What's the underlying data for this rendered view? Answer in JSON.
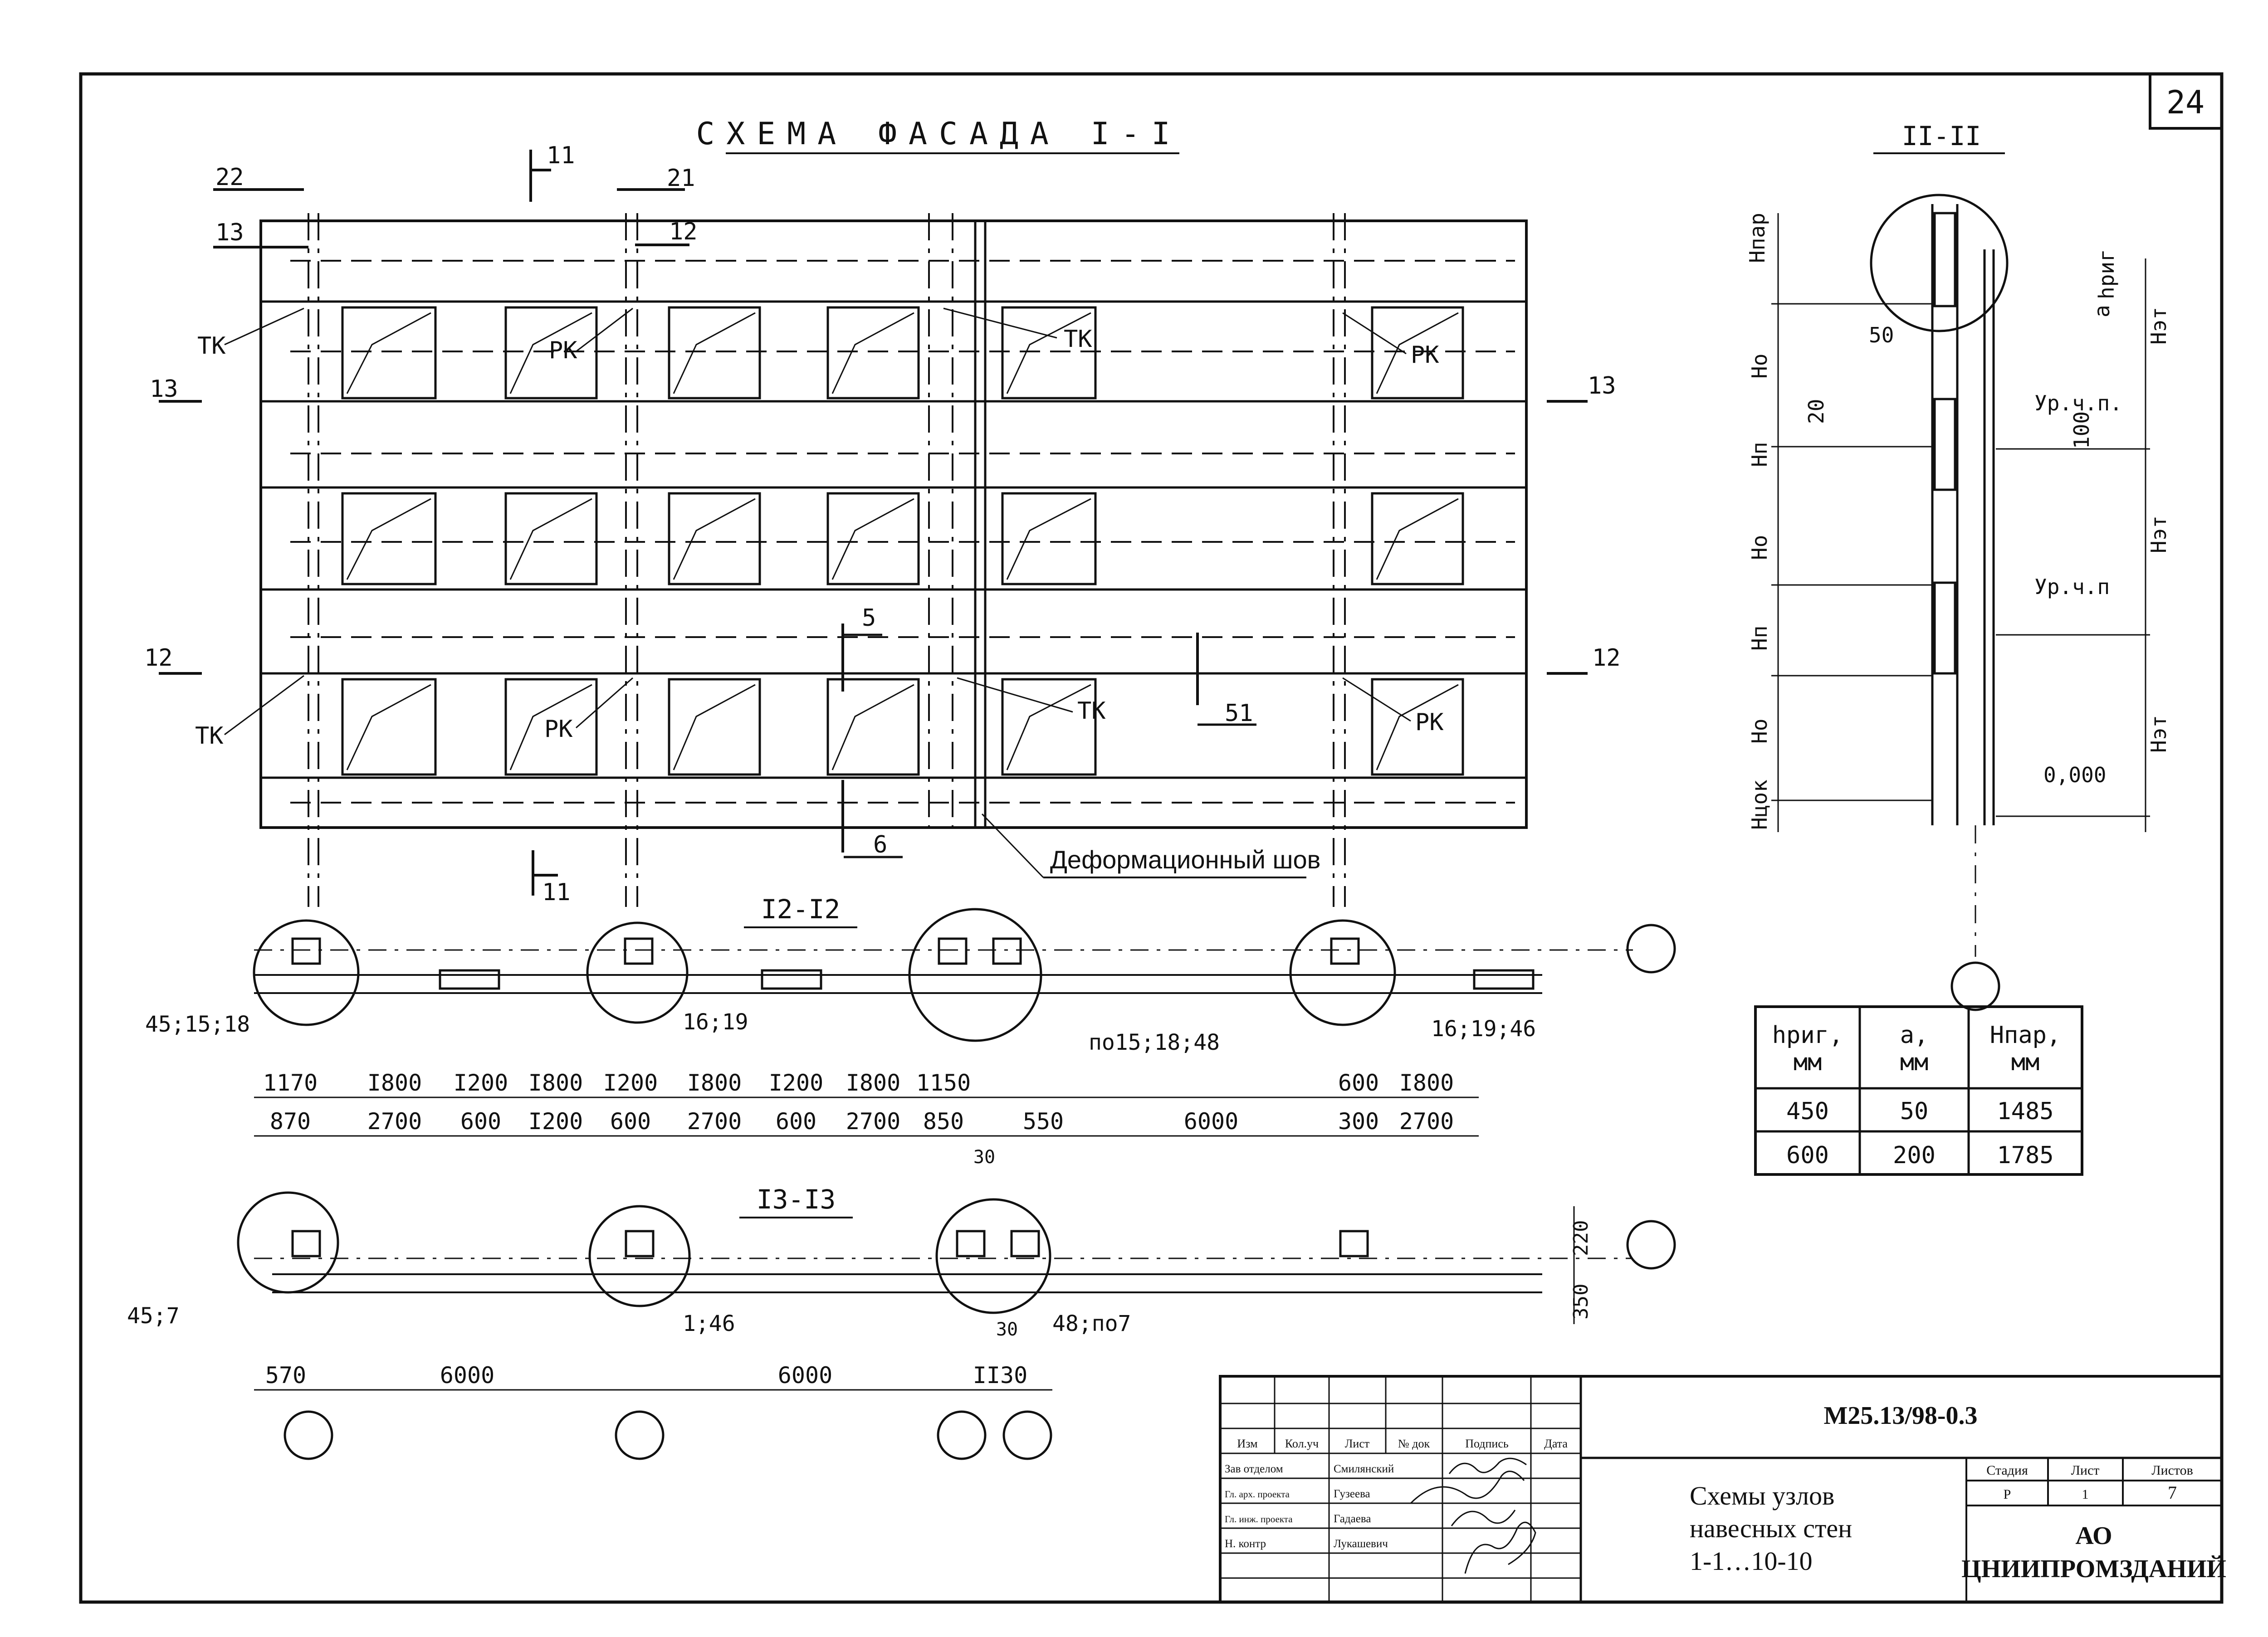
{
  "sheet_number": "24",
  "facade": {
    "title": "СХЕМА ФАСАДА I-I",
    "markers": [
      "22",
      "21",
      "13",
      "12",
      "11",
      "11",
      "13",
      "13",
      "12",
      "12",
      "5",
      "51",
      "6"
    ],
    "labels": {
      "tk": "ТК",
      "rk": "РК"
    },
    "deformation_joint": "Деформационный шов"
  },
  "section_2": {
    "title": "II-II",
    "labels": [
      "Нпар",
      "hриг",
      "а",
      "50",
      "Но",
      "Нп",
      "Нэт",
      "Нцок",
      "20",
      "100"
    ],
    "levels": [
      "Ур.ч.п.",
      "Ур.ч.п",
      "0,000"
    ]
  },
  "plan_12": {
    "title": "I2-I2",
    "callouts": [
      "45;15;18",
      "16;19",
      "по15;18;48",
      "16;19;46"
    ],
    "dims_top": [
      "1170",
      "I800",
      "I200",
      "I800",
      "I200",
      "I800",
      "I200",
      "I800",
      "1150",
      "600",
      "I800"
    ],
    "dims_bottom": [
      "870",
      "2700",
      "600",
      "I200",
      "600",
      "2700",
      "600",
      "2700",
      "850",
      "550",
      "6000",
      "300",
      "2700"
    ],
    "dim_small": "30"
  },
  "plan_13": {
    "title": "I3-I3",
    "callouts": [
      "45;7",
      "1;46",
      "48;по7"
    ],
    "side_dims": [
      "220",
      "350"
    ],
    "dims": [
      "570",
      "6000",
      "6000",
      "II30"
    ],
    "dim_small": "30"
  },
  "param_table": {
    "headers": [
      "hриг,\nмм",
      "а,\nмм",
      "Нпар,\nмм"
    ],
    "rows": [
      [
        "450",
        "50",
        "1485"
      ],
      [
        "600",
        "200",
        "1785"
      ]
    ]
  },
  "title_block": {
    "code": "М25.13/98-0.3",
    "headers": [
      "Изм",
      "Кол.уч",
      "Лист",
      "№ док",
      "Подпись",
      "Дата"
    ],
    "people": [
      {
        "role": "Зав отделом",
        "name": "Смилянский"
      },
      {
        "role": "Гл. арх. проекта",
        "name": "Гузеева"
      },
      {
        "role": "Гл. инж. проекта",
        "name": "Гадаева"
      },
      {
        "role": "Н. контр",
        "name": "Лукашевич"
      }
    ],
    "description": [
      "Схемы узлов",
      "навесных стен",
      "1-1…10-10"
    ],
    "stage_headers": [
      "Стадия",
      "Лист",
      "Листов"
    ],
    "stage_values": [
      "Р",
      "1",
      "7"
    ],
    "org": [
      "АО",
      "ЦНИИПРОМЗДАНИЙ"
    ]
  }
}
